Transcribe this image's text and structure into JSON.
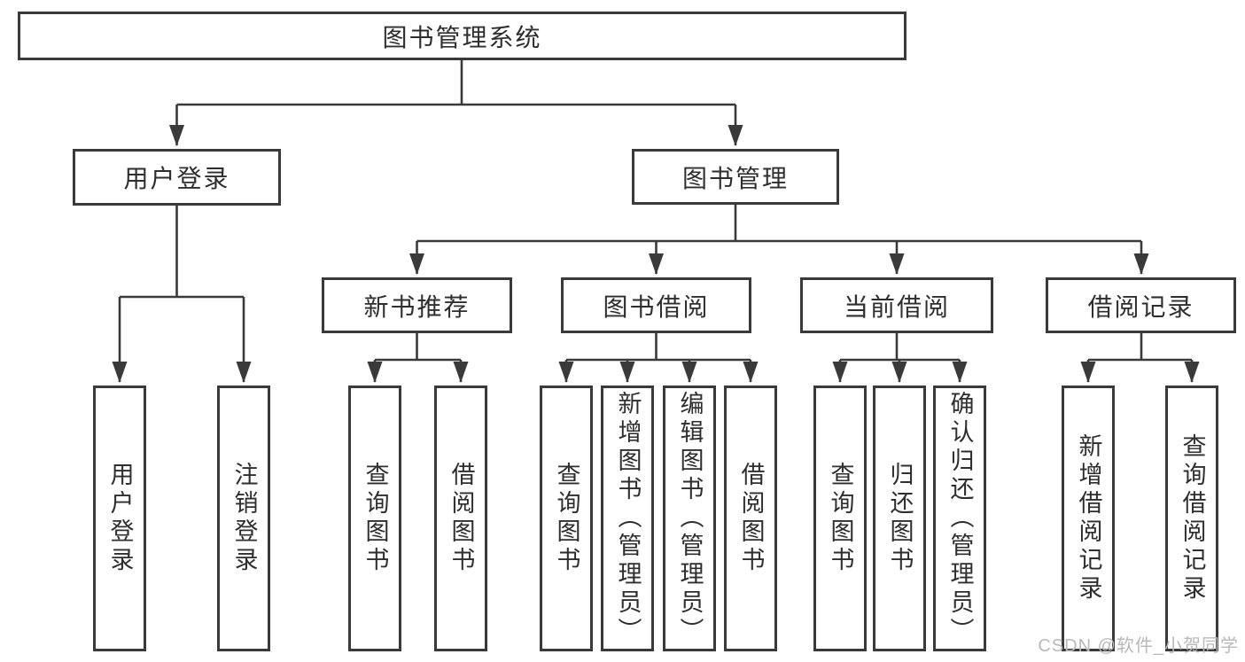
{
  "diagram": {
    "title": "图书管理系统",
    "branches": [
      {
        "label": "用户登录",
        "leaves": [
          "用户登录",
          "注销登录"
        ]
      },
      {
        "label": "图书管理",
        "children": [
          {
            "label": "新书推荐",
            "leaves": [
              "查询图书",
              "借阅图书"
            ]
          },
          {
            "label": "图书借阅",
            "leaves": [
              "查询图书",
              "新增图书（管理员）",
              "编辑图书（管理员）",
              "借阅图书"
            ]
          },
          {
            "label": "当前借阅",
            "leaves": [
              "查询图书",
              "归还图书",
              "确认归还（管理员）"
            ]
          },
          {
            "label": "借阅记录",
            "leaves": [
              "新增借阅记录",
              "查询借阅记录"
            ]
          }
        ]
      }
    ]
  },
  "watermark": {
    "text": "CSDN @软件_小贺同学"
  },
  "colors": {
    "line": "#3a3a3a",
    "text": "#2e2e2e",
    "background": "#ffffff",
    "watermark": "#b9b9b9"
  }
}
